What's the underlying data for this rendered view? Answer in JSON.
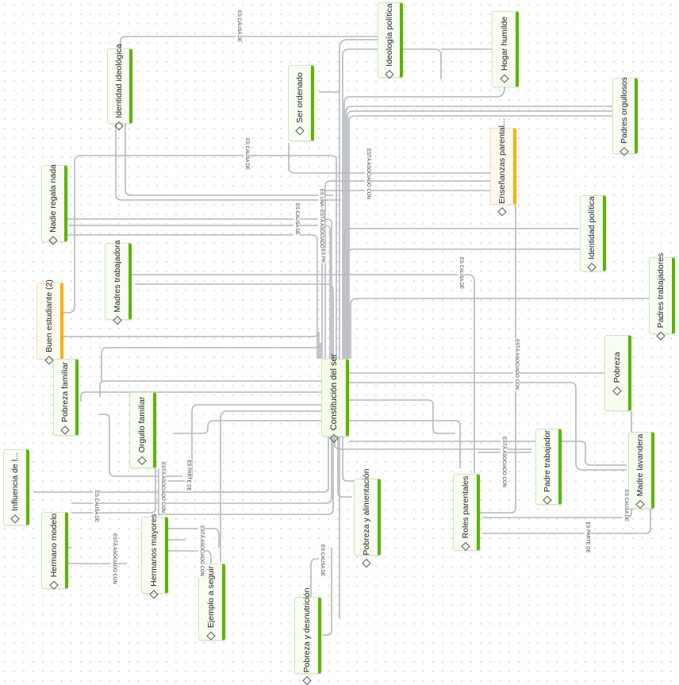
{
  "nodes": {
    "identidad_ideologica": "Identidad ideológica",
    "ideologia_politica": "Ideología política",
    "hogar_humilde": "Hogar humilde",
    "ser_ordenado": "Ser ordenado",
    "padres_orgullosos": "Padres orgullosos",
    "ensenanzas_parentales": "Enseñanzas parental...",
    "nadie_regala_nada": "Nadie regala nada",
    "identidad_politica": "Identidad política",
    "madres_trabajadora": "Madres trabajadora",
    "padres_trabajadores": "Padres trabajadores",
    "buen_estudiante": "Buen estudiante (2)",
    "pobreza_familiar": "Pobreza familiar",
    "constitucion_del_ser": "Constitución del ser",
    "pobreza": "Pobreza",
    "orgullo_familiar": "Orgullo familiar",
    "padre_trabajador": "Padre trabajador",
    "madre_lavandera": "Madre lavandera",
    "influencia": "Influencia de l...",
    "pobreza_alimentacion": "Pobreza y alimentación",
    "roles_parentales": "Roles parentales",
    "hermano_modelo": "Hermano modelo",
    "hermanos_mayores": "Hermanos mayores",
    "ejemplo_a_seguir": "Ejemplo a seguir",
    "pobreza_desnutricion": "Pobreza y desnutrición"
  },
  "edge_labels": {
    "causa_1": "ES CAUSA DE",
    "causa_2": "ES CAUSA DE",
    "asociado_1": "ESTÁ ASOCIADO CON",
    "es_una": "ES UNA",
    "causa_3": "ES CAUSA DE",
    "asociado_2": "ESTÁ ASOCIADO CON",
    "es_pa": "ES PA",
    "causa_4": "ES CAUSA DE",
    "asociado_3": "ESTÁ ASOCIADO CON",
    "asociado_4": "ESTÁ ASOCIADO CON",
    "asociado_5": "ESTÁ ASOCIADO CON",
    "es_parte_1": "ES PARTE DE",
    "causa_5": "ES CAUSA DE",
    "asociado_6": "ESTÁ ASOCIADO CON",
    "asociado_7": "ESTÁ ASOCIADO CON",
    "causa_6": "ES CAUSA DE",
    "es_parte_2": "ES PARTE DE",
    "causa_7": "ES CAUSA DE"
  },
  "colors": {
    "accent_green": "#5cb500",
    "accent_orange": "#f6b400",
    "edge": "#b4b8be"
  }
}
